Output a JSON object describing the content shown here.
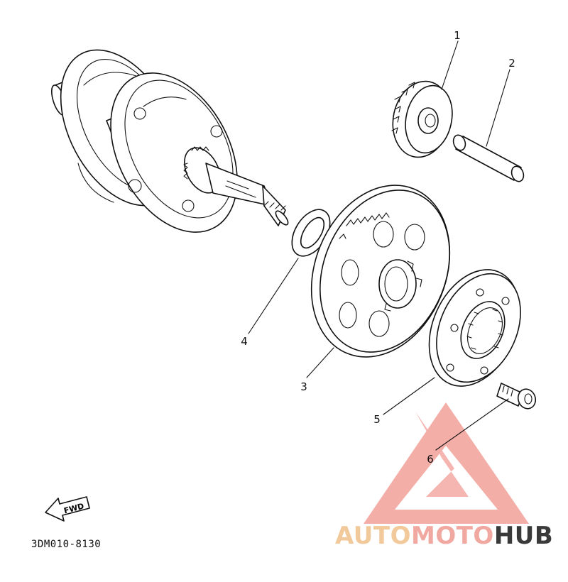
{
  "diagram": {
    "part_code": "3DM010-8130",
    "fwd_label": "FWD",
    "callouts": [
      {
        "id": "1",
        "label": "1"
      },
      {
        "id": "2",
        "label": "2"
      },
      {
        "id": "3",
        "label": "3"
      },
      {
        "id": "4",
        "label": "4"
      },
      {
        "id": "5",
        "label": "5"
      },
      {
        "id": "6",
        "label": "6"
      }
    ]
  },
  "watermark": {
    "brand_part1": "AUTO",
    "brand_part2": "MOTO",
    "brand_part3": "HUB",
    "colors": {
      "triangle": "#f08c84",
      "auto": "#f2c99a",
      "moto": "#f0a8a0",
      "hub": "#3a3a3a"
    }
  }
}
